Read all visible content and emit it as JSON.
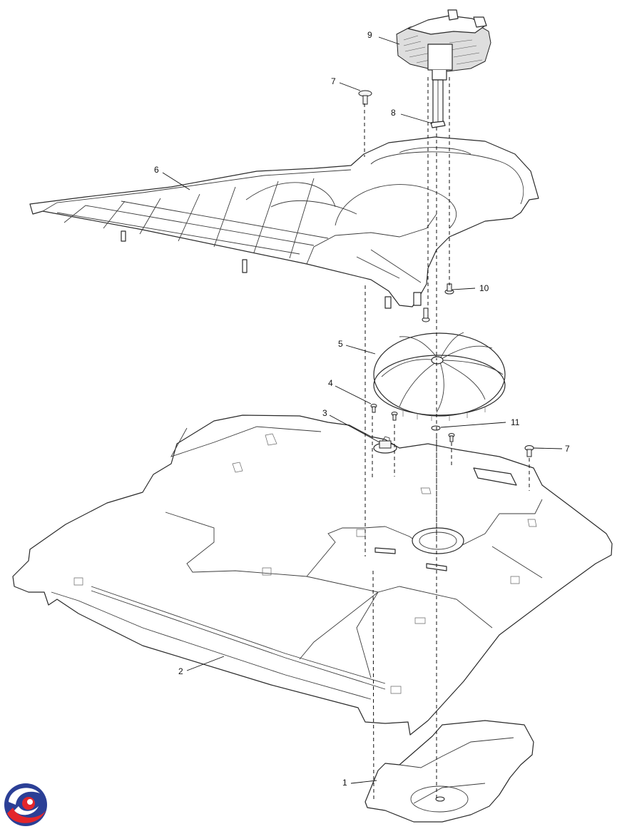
{
  "callouts": [
    {
      "id": "c1",
      "text": "1"
    },
    {
      "id": "c2",
      "text": "2"
    },
    {
      "id": "c3",
      "text": "3"
    },
    {
      "id": "c4",
      "text": "4"
    },
    {
      "id": "c5",
      "text": "5"
    },
    {
      "id": "c6",
      "text": "6"
    },
    {
      "id": "c7a",
      "text": "7"
    },
    {
      "id": "c7b",
      "text": "7"
    },
    {
      "id": "c8",
      "text": "8"
    },
    {
      "id": "c9",
      "text": "9"
    },
    {
      "id": "c10",
      "text": "10"
    },
    {
      "id": "c11",
      "text": "11"
    }
  ],
  "logo": {
    "icon": "brand-swirl-logo-icon",
    "colors": [
      "#2b3f96",
      "#e3262b"
    ]
  }
}
